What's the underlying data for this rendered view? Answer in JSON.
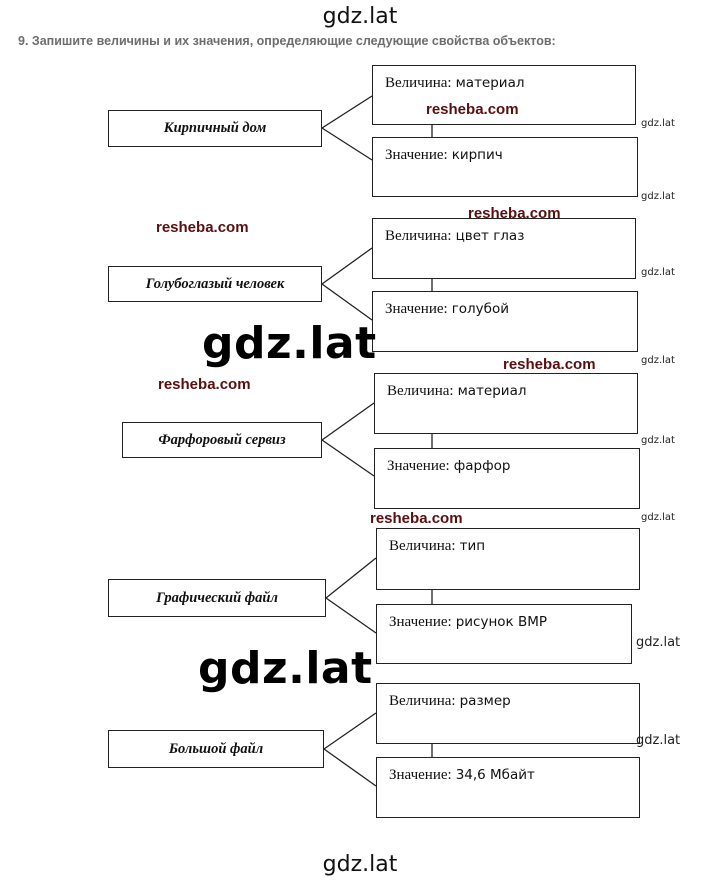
{
  "header": {
    "site": "gdz.lat"
  },
  "task": {
    "text": "9. Запишите величины и их значения, определяющие следующие свойства объектов:"
  },
  "objects": [
    {
      "name": "Кирпичный дом",
      "quantity_label": "Величина:",
      "quantity_value": "материал",
      "value_label": "Значение:",
      "value_value": "кирпич"
    },
    {
      "name": "Голубоглазый человек",
      "quantity_label": "Величина:",
      "quantity_value": "цвет глаз",
      "value_label": "Значение:",
      "value_value": "голубой"
    },
    {
      "name": "Фарфоровый сервиз",
      "quantity_label": "Величина:",
      "quantity_value": "материал",
      "value_label": "Значение:",
      "value_value": "фарфор"
    },
    {
      "name": "Графический файл",
      "quantity_label": "Величина:",
      "quantity_value": "тип",
      "value_label": "Значение:",
      "value_value": "рисунок BMP"
    },
    {
      "name": "Большой файл",
      "quantity_label": "Величина:",
      "quantity_value": "размер",
      "value_label": "Значение:",
      "value_value": "34,6 Мбайт"
    }
  ],
  "watermarks": {
    "small": "gdz.lat",
    "resheba": "resheba.com",
    "big": "gdz.lat"
  },
  "footer": {
    "site": "gdz.lat"
  }
}
